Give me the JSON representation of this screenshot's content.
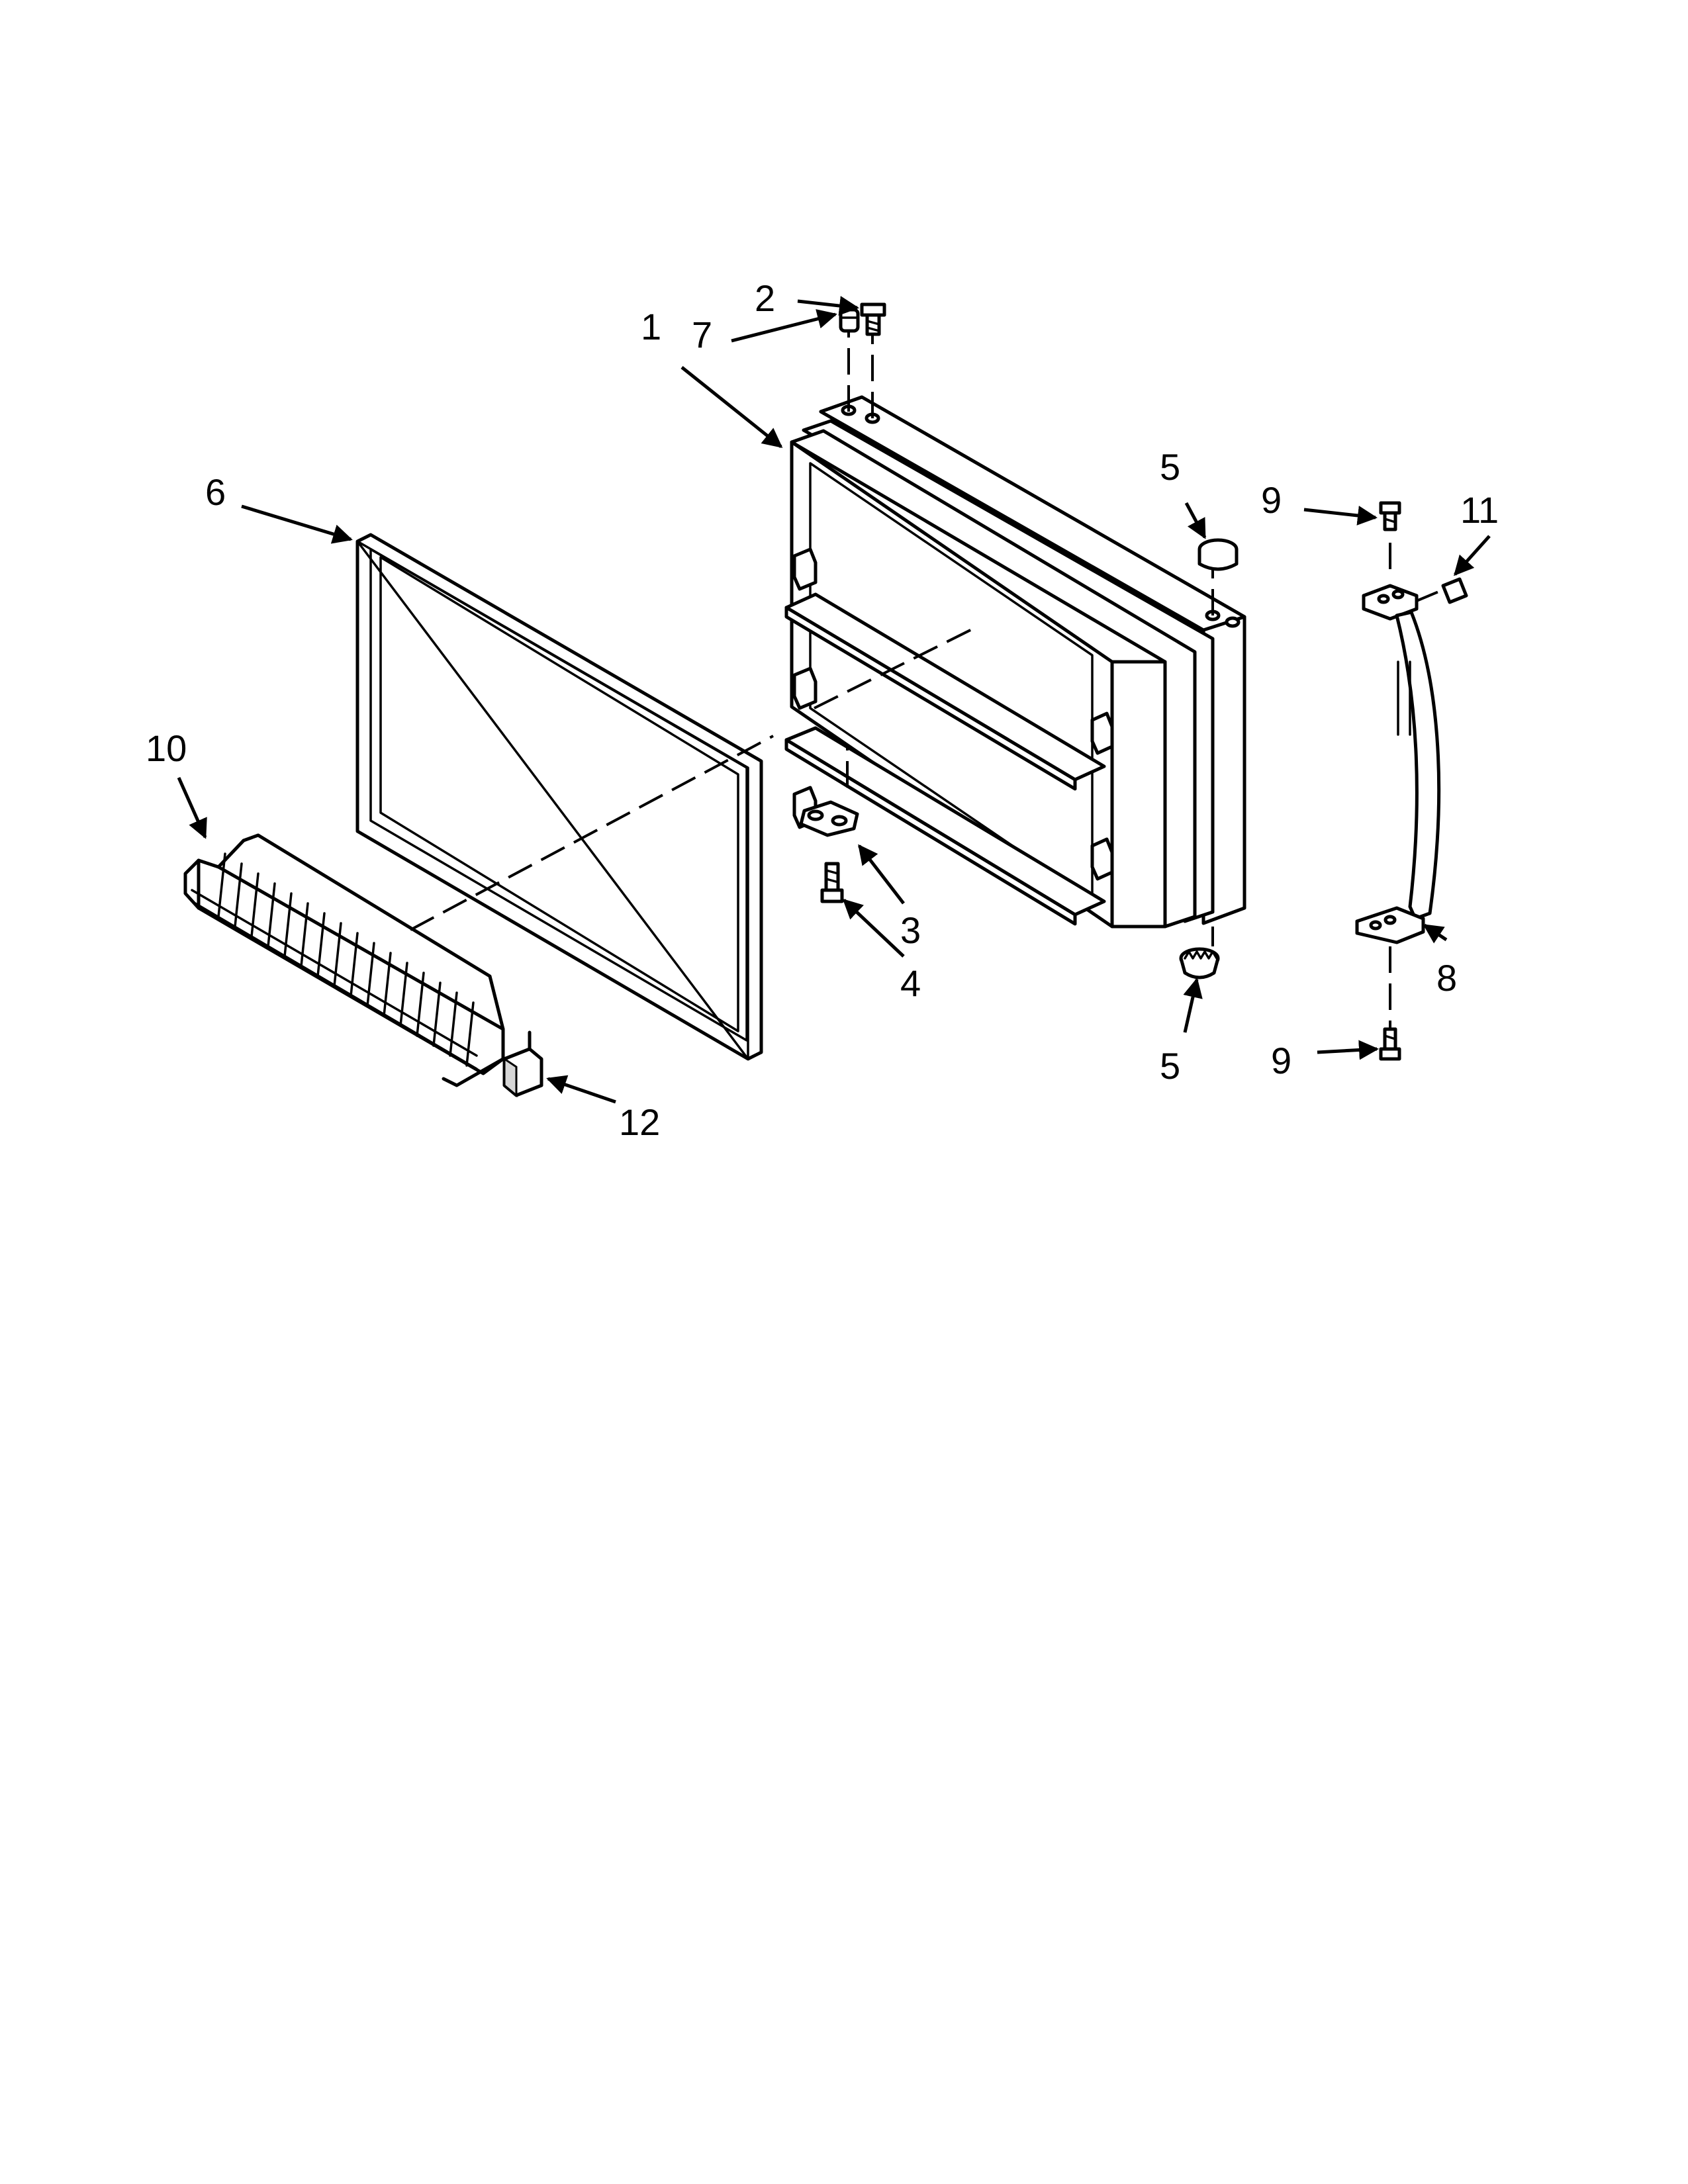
{
  "callouts": {
    "c1": "1",
    "c2": "2",
    "c3": "3",
    "c4": "4",
    "c5_top": "5",
    "c5_bottom": "5",
    "c6": "6",
    "c7": "7",
    "c8": "8",
    "c9_top": "9",
    "c9_bottom": "9",
    "c10": "10",
    "c11": "11",
    "c12": "12"
  },
  "colors": {
    "line": "#000000",
    "background": "#ffffff",
    "shade": "#d6d6d6"
  },
  "icons": [
    "door-liner-part",
    "door-gasket-part",
    "wire-basket-part",
    "door-handle-part",
    "screw-part",
    "plug-button-part",
    "hinge-pin-part",
    "spacer-part",
    "end-cap-clip-part",
    "bracket-part"
  ]
}
